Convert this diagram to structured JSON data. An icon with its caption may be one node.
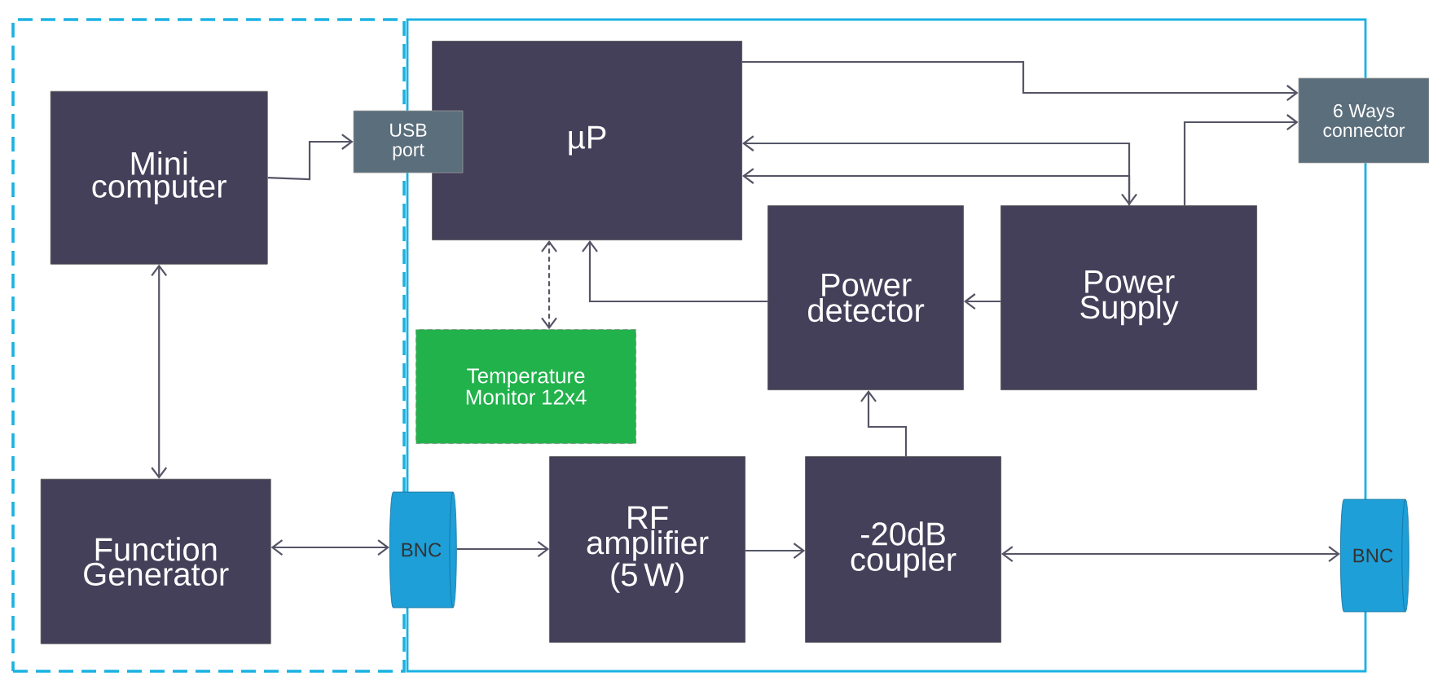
{
  "diagram": {
    "nodes": [
      {
        "text": [],
        "shape": "box"
      },
      {
        "text": [],
        "shape": "box"
      },
      {
        "text": [
          "Mini computer"
        ],
        "in": 0
      },
      {
        "text": [
          "USB port"
        ]
      },
      {
        "text": [
          "µP"
        ],
        "in": 1
      },
      {
        "text": [
          "6 Ways connector"
        ]
      },
      {
        "text": [
          "Power detector"
        ],
        "in": 1
      },
      {
        "text": [
          "Power Supply"
        ],
        "in": 1
      },
      {
        "text": [
          "Temperature Monitor 12x4"
        ],
        "in": 1
      },
      {
        "text": [
          "Function Generator"
        ],
        "in": 0
      },
      {
        "text": [
          "BNC"
        ]
      },
      {
        "text": [
          "RF amplifier (5 W)"
        ],
        "in": 1
      },
      {
        "text": [
          "-20dB coupler"
        ],
        "in": 1
      },
      {
        "text": [
          "BNC"
        ]
      }
    ],
    "edges": [
      {
        "from": 2,
        "to": 3,
        "arrow": "to"
      },
      {
        "from": 2,
        "to": 9,
        "arrow": "both"
      },
      {
        "from": 4,
        "to": 5,
        "arrow": "to"
      },
      {
        "from": 7,
        "to": 5,
        "arrow": "to"
      },
      {
        "from": 7,
        "to": 4,
        "arrow": "both"
      },
      {
        "from": 7,
        "to": 4,
        "arrow": "to"
      },
      {
        "from": 8,
        "to": 4,
        "arrow": "both",
        "style": "dashed"
      },
      {
        "from": 6,
        "to": 4,
        "arrow": "to"
      },
      {
        "from": 7,
        "to": 6,
        "arrow": "to"
      },
      {
        "from": 12,
        "to": 6,
        "arrow": "to"
      },
      {
        "from": 9,
        "to": 10,
        "arrow": "both"
      },
      {
        "from": 10,
        "to": 11,
        "arrow": "to"
      },
      {
        "from": 11,
        "to": 12,
        "arrow": "to"
      },
      {
        "from": 12,
        "to": 13,
        "arrow": "both"
      }
    ]
  }
}
